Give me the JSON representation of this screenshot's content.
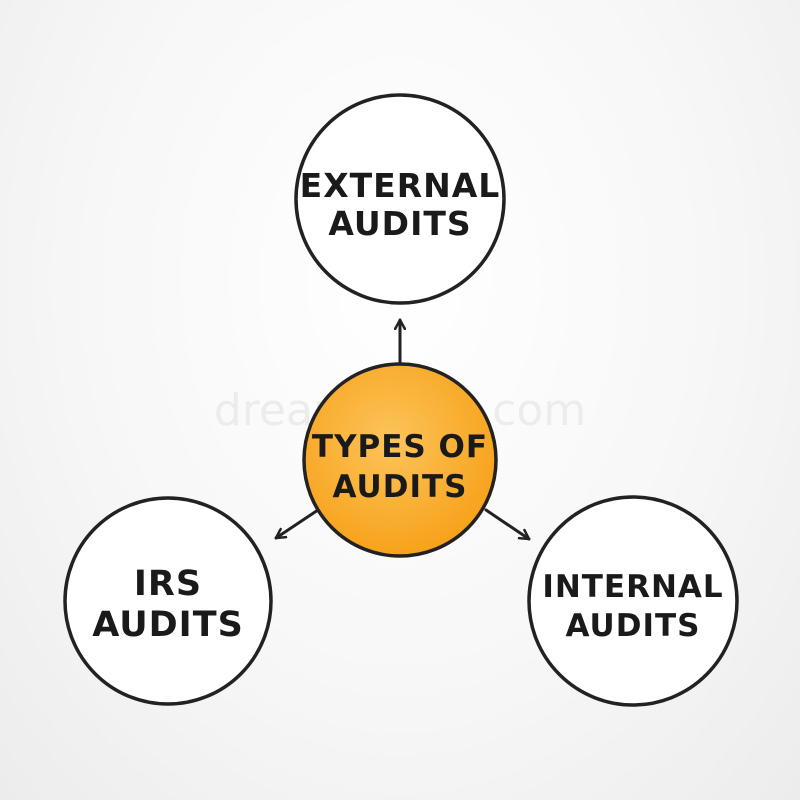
{
  "diagram": {
    "center": {
      "line1": "TYPES OF",
      "line2": "AUDITS",
      "color": "#f7a21b",
      "highlight": "#fcc45a"
    },
    "nodes": {
      "external": {
        "line1": "EXTERNAL",
        "line2": "AUDITS"
      },
      "irs": {
        "line1": "IRS",
        "line2": "AUDITS"
      },
      "internal": {
        "line1": "INTERNAL",
        "line2": "AUDITS"
      }
    },
    "stroke_color": "#222222",
    "watermark": "dreamstime.com"
  }
}
